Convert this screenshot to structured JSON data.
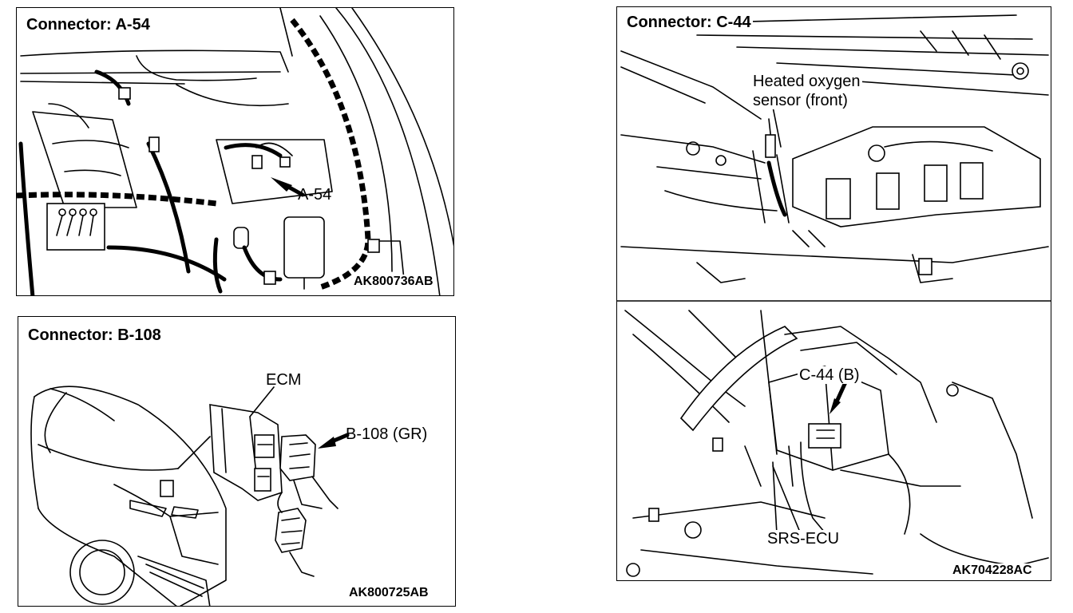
{
  "panels": {
    "a54": {
      "title": "Connector: A-54",
      "callout": "A-54",
      "code": "AK800736AB"
    },
    "b108": {
      "title": "Connector: B-108",
      "ecm_label": "ECM",
      "callout": "B-108 (GR)",
      "code": "AK800725AB"
    },
    "c44": {
      "title": "Connector: C-44",
      "sensor_label_line1": "Heated oxygen",
      "sensor_label_line2": "sensor (front)",
      "callout": "C-44 (B)",
      "srs_label": "SRS-ECU",
      "code": "AK704228AC"
    }
  }
}
